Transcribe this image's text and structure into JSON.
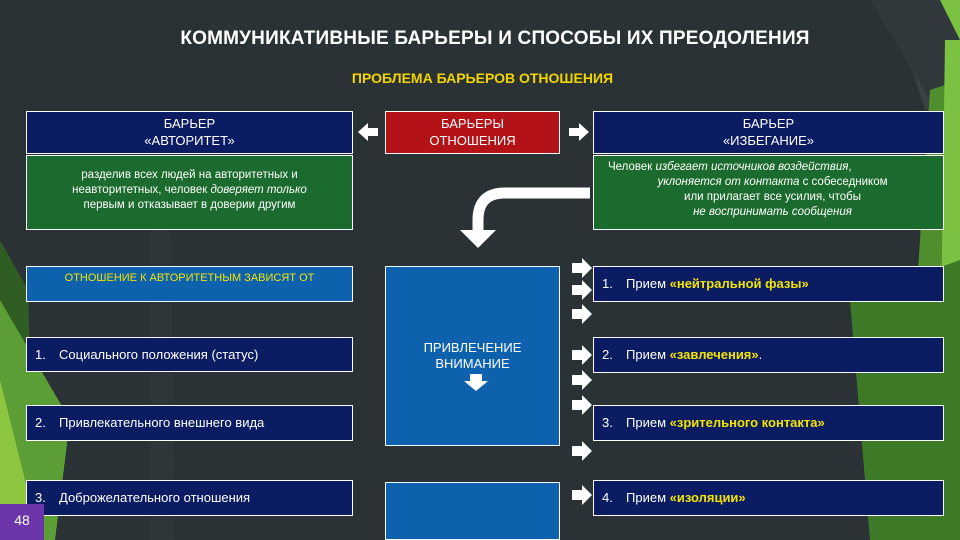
{
  "title": "КОММУНИКАТИВНЫЕ БАРЬЕРЫ И СПОСОБЫ ИХ ПРЕОДОЛЕНИЯ",
  "subtitle": "ПРОБЛЕМА БАРЬЕРОВ ОТНОШЕНИЯ",
  "left_header": {
    "line1": "БАРЬЕР",
    "line2": "«АВТОРИТЕТ»"
  },
  "center_header": {
    "line1": "БАРЬЕРЫ",
    "line2": "ОТНОШЕНИЯ"
  },
  "right_header": {
    "line1": "БАРЬЕР",
    "line2": "«ИЗБЕГАНИЕ»"
  },
  "left_desc": {
    "l1": "разделив всех людей на авторитетных и",
    "l2a": "неавторитетных, человек ",
    "l2b": "доверяет только",
    "l3": "первым и отказывает в доверии другим"
  },
  "right_desc": {
    "l1a": "Человек ",
    "l1b": "избегает источников воздействия",
    "l1c": ",",
    "l2a": "уклоняется от контакта",
    "l2b": " с собеседником",
    "l3": "или прилагает все усилия, чтобы",
    "l4": "не воспринимать сообщения"
  },
  "left_bar": "ОТНОШЕНИЕ К АВТОРИТЕТНЫМ ЗАВИСЯТ ОТ",
  "left_items": [
    {
      "num": "1.",
      "text": "Социального положения (статус)"
    },
    {
      "num": "2.",
      "text": "Привлекательного внешнего вида"
    },
    {
      "num": "3.",
      "text": "Доброжелательного отношения"
    }
  ],
  "center_label": {
    "line1": "ПРИВЛЕЧЕНИЕ",
    "line2": "ВНИМАНИЕ"
  },
  "right_items": [
    {
      "num": "1.",
      "prefix": "Прием ",
      "highlight": "«нейтральной фазы»",
      "suffix": ""
    },
    {
      "num": "2.",
      "prefix": "Прием ",
      "highlight": "«завлечения»",
      "suffix": "."
    },
    {
      "num": "3.",
      "prefix": "Прием ",
      "highlight": "«зрительного контакта»",
      "suffix": ""
    },
    {
      "num": "4.",
      "prefix": "Прием ",
      "highlight": "«изоляции»",
      "suffix": ""
    }
  ],
  "slide_number": "48",
  "colors": {
    "background": "#2b3236",
    "navy": "#0c1c63",
    "red": "#b31217",
    "green": "#1b6b2e",
    "blue": "#0e62ad",
    "yellow": "#f2e400",
    "accent_green": "#7cc242",
    "slide_badge": "#6b35a9"
  },
  "icons": [
    "arrow-left-icon",
    "arrow-right-icon",
    "curved-arrow-down-icon",
    "arrow-down-icon"
  ]
}
